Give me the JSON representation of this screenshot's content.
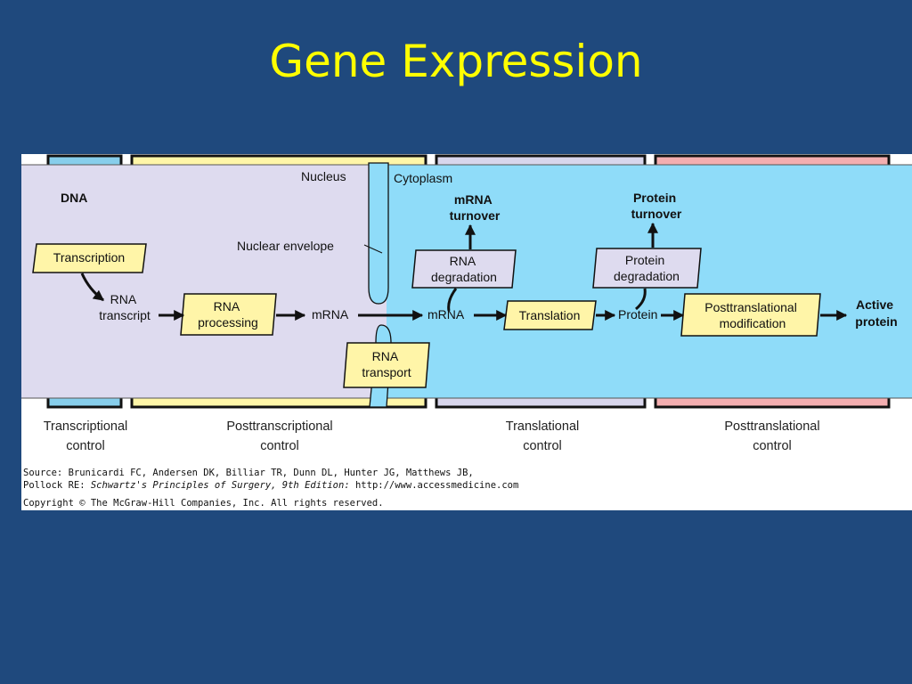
{
  "slide": {
    "title": "Gene Expression"
  },
  "diagram": {
    "compartments": {
      "nucleus": "Nucleus",
      "cytoplasm": "Cytoplasm",
      "nuclear_envelope": "Nuclear envelope"
    },
    "nodes": {
      "dna": "DNA",
      "rna_transcript": [
        "RNA",
        "transcript"
      ],
      "mrna_nucleus": "mRNA",
      "mrna_cytoplasm": "mRNA",
      "protein": "Protein",
      "active_protein": [
        "Active",
        "protein"
      ],
      "mrna_turnover": [
        "mRNA",
        "turnover"
      ],
      "protein_turnover": [
        "Protein",
        "turnover"
      ]
    },
    "processes": {
      "transcription": [
        "Transcription"
      ],
      "rna_processing": [
        "RNA",
        "processing"
      ],
      "rna_transport": [
        "RNA",
        "transport"
      ],
      "rna_degradation": [
        "RNA",
        "degradation"
      ],
      "translation": [
        "Translation"
      ],
      "protein_degradation": [
        "Protein",
        "degradation"
      ],
      "posttranslational_modification": [
        "Posttranslational",
        "modification"
      ]
    },
    "control_levels": [
      {
        "line1": "Transcriptional",
        "line2": "control",
        "color": "#87ceeb"
      },
      {
        "line1": "Posttranscriptional",
        "line2": "control",
        "color": "#fff6a8"
      },
      {
        "line1": "Translational",
        "line2": "control",
        "color": "#d8d6ec"
      },
      {
        "line1": "Posttranslational",
        "line2": "control",
        "color": "#f4aeb0"
      }
    ],
    "source": {
      "line1": "Source: Brunicardi FC, Andersen DK, Billiar TR, Dunn DL, Hunter JG, Matthews JB,",
      "line2_prefix": "Pollock RE: ",
      "line2_title": "Schwartz's Principles of Surgery, 9th Edition:",
      "line2_url": " http://www.accessmedicine.com",
      "copyright": "Copyright © The McGraw-Hill Companies, Inc. All rights reserved."
    },
    "colors": {
      "nucleus": "#dedbef",
      "cytoplasm": "#8fdcf9",
      "box": "#fff5a8",
      "degradation_box": "#dedbef"
    }
  }
}
